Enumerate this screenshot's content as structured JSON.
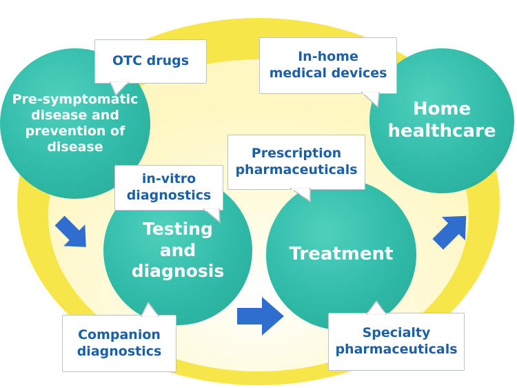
{
  "stages": {
    "prevention": "Pre-symptomatic\ndisease and\nprevention of\ndisease",
    "testing": "Testing\nand\ndiagnosis",
    "treatment": "Treatment",
    "home": "Home\nhealthcare"
  },
  "callouts": {
    "otc": "OTC drugs",
    "in_vitro": "in-vitro\ndiagnostics",
    "companion": "Companion\ndiagnostics",
    "prescription": "Prescription\npharmaceuticals",
    "specialty": "Specialty\npharmaceuticals",
    "in_home": "In-home\nmedical devices"
  },
  "colors": {
    "circle": "#2fbba7",
    "ring": "#f7e64a",
    "arrow": "#2f6ecf",
    "callout_text": "#1a5fa8",
    "callout_border": "#b9c1c9"
  },
  "icons": {
    "arrow_1": "arrow-down-right-icon",
    "arrow_2": "arrow-right-icon",
    "arrow_3": "arrow-up-right-icon"
  }
}
